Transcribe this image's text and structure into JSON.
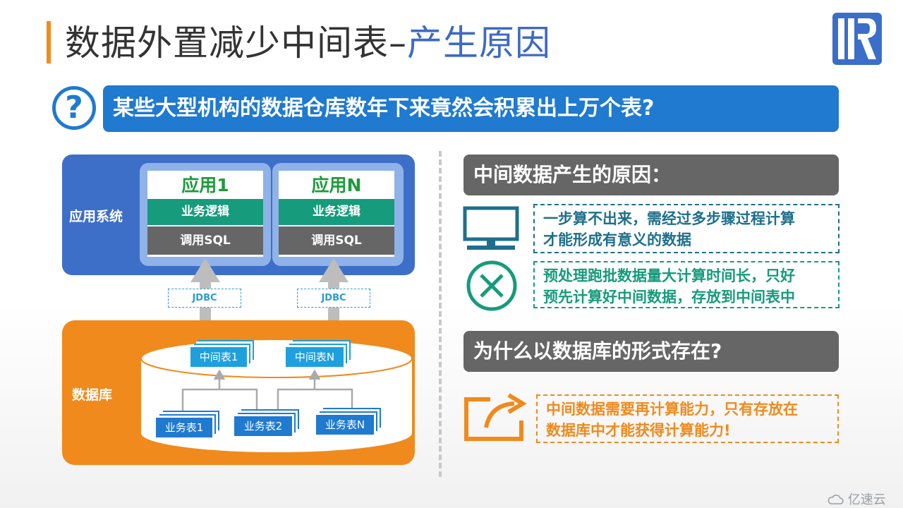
{
  "title": {
    "main": "数据外置减少中间表",
    "dash": "–",
    "accent": "产生原因"
  },
  "question": {
    "icon": "?",
    "text": "某些大型机构的数据仓库数年下来竟然会积累出上万个表?"
  },
  "diagram": {
    "app_system_label": "应用系统",
    "apps": [
      {
        "name": "应用1",
        "logic": "业务逻辑",
        "sql": "调用SQL"
      },
      {
        "name": "应用N",
        "logic": "业务逻辑",
        "sql": "调用SQL"
      }
    ],
    "jdbc_labels": [
      "JDBC",
      "JDBC"
    ],
    "database_label": "数据库",
    "mid_tables": [
      "中间表1",
      "中间表N"
    ],
    "biz_tables": [
      "业务表1",
      "业务表2",
      "业务表N"
    ]
  },
  "right": {
    "heading1": "中间数据产生的原因：",
    "reason1": [
      "一步算不出来，需经过多步骤过程计算",
      "才能形成有意义的数据"
    ],
    "reason2": [
      "预处理跑批数据量大计算时间长，只好",
      "预先计算好中间数据，存放到中间表中"
    ],
    "heading2": "为什么以数据库的形式存在?",
    "reason3": [
      "中间数据需要再计算能力，只有存放在",
      "数据库中才能获得计算能力!"
    ]
  },
  "watermark": "亿速云",
  "colors": {
    "blue": "#1f7ad0",
    "app_blue": "#3d6fc9",
    "orange": "#f08a1c",
    "green": "#169b7c",
    "teal": "#1e6f8c",
    "grey": "#666666"
  },
  "icons": [
    "question-icon",
    "monitor-icon",
    "cross-circle-icon",
    "share-icon",
    "logo-icon",
    "cloud-icon"
  ]
}
